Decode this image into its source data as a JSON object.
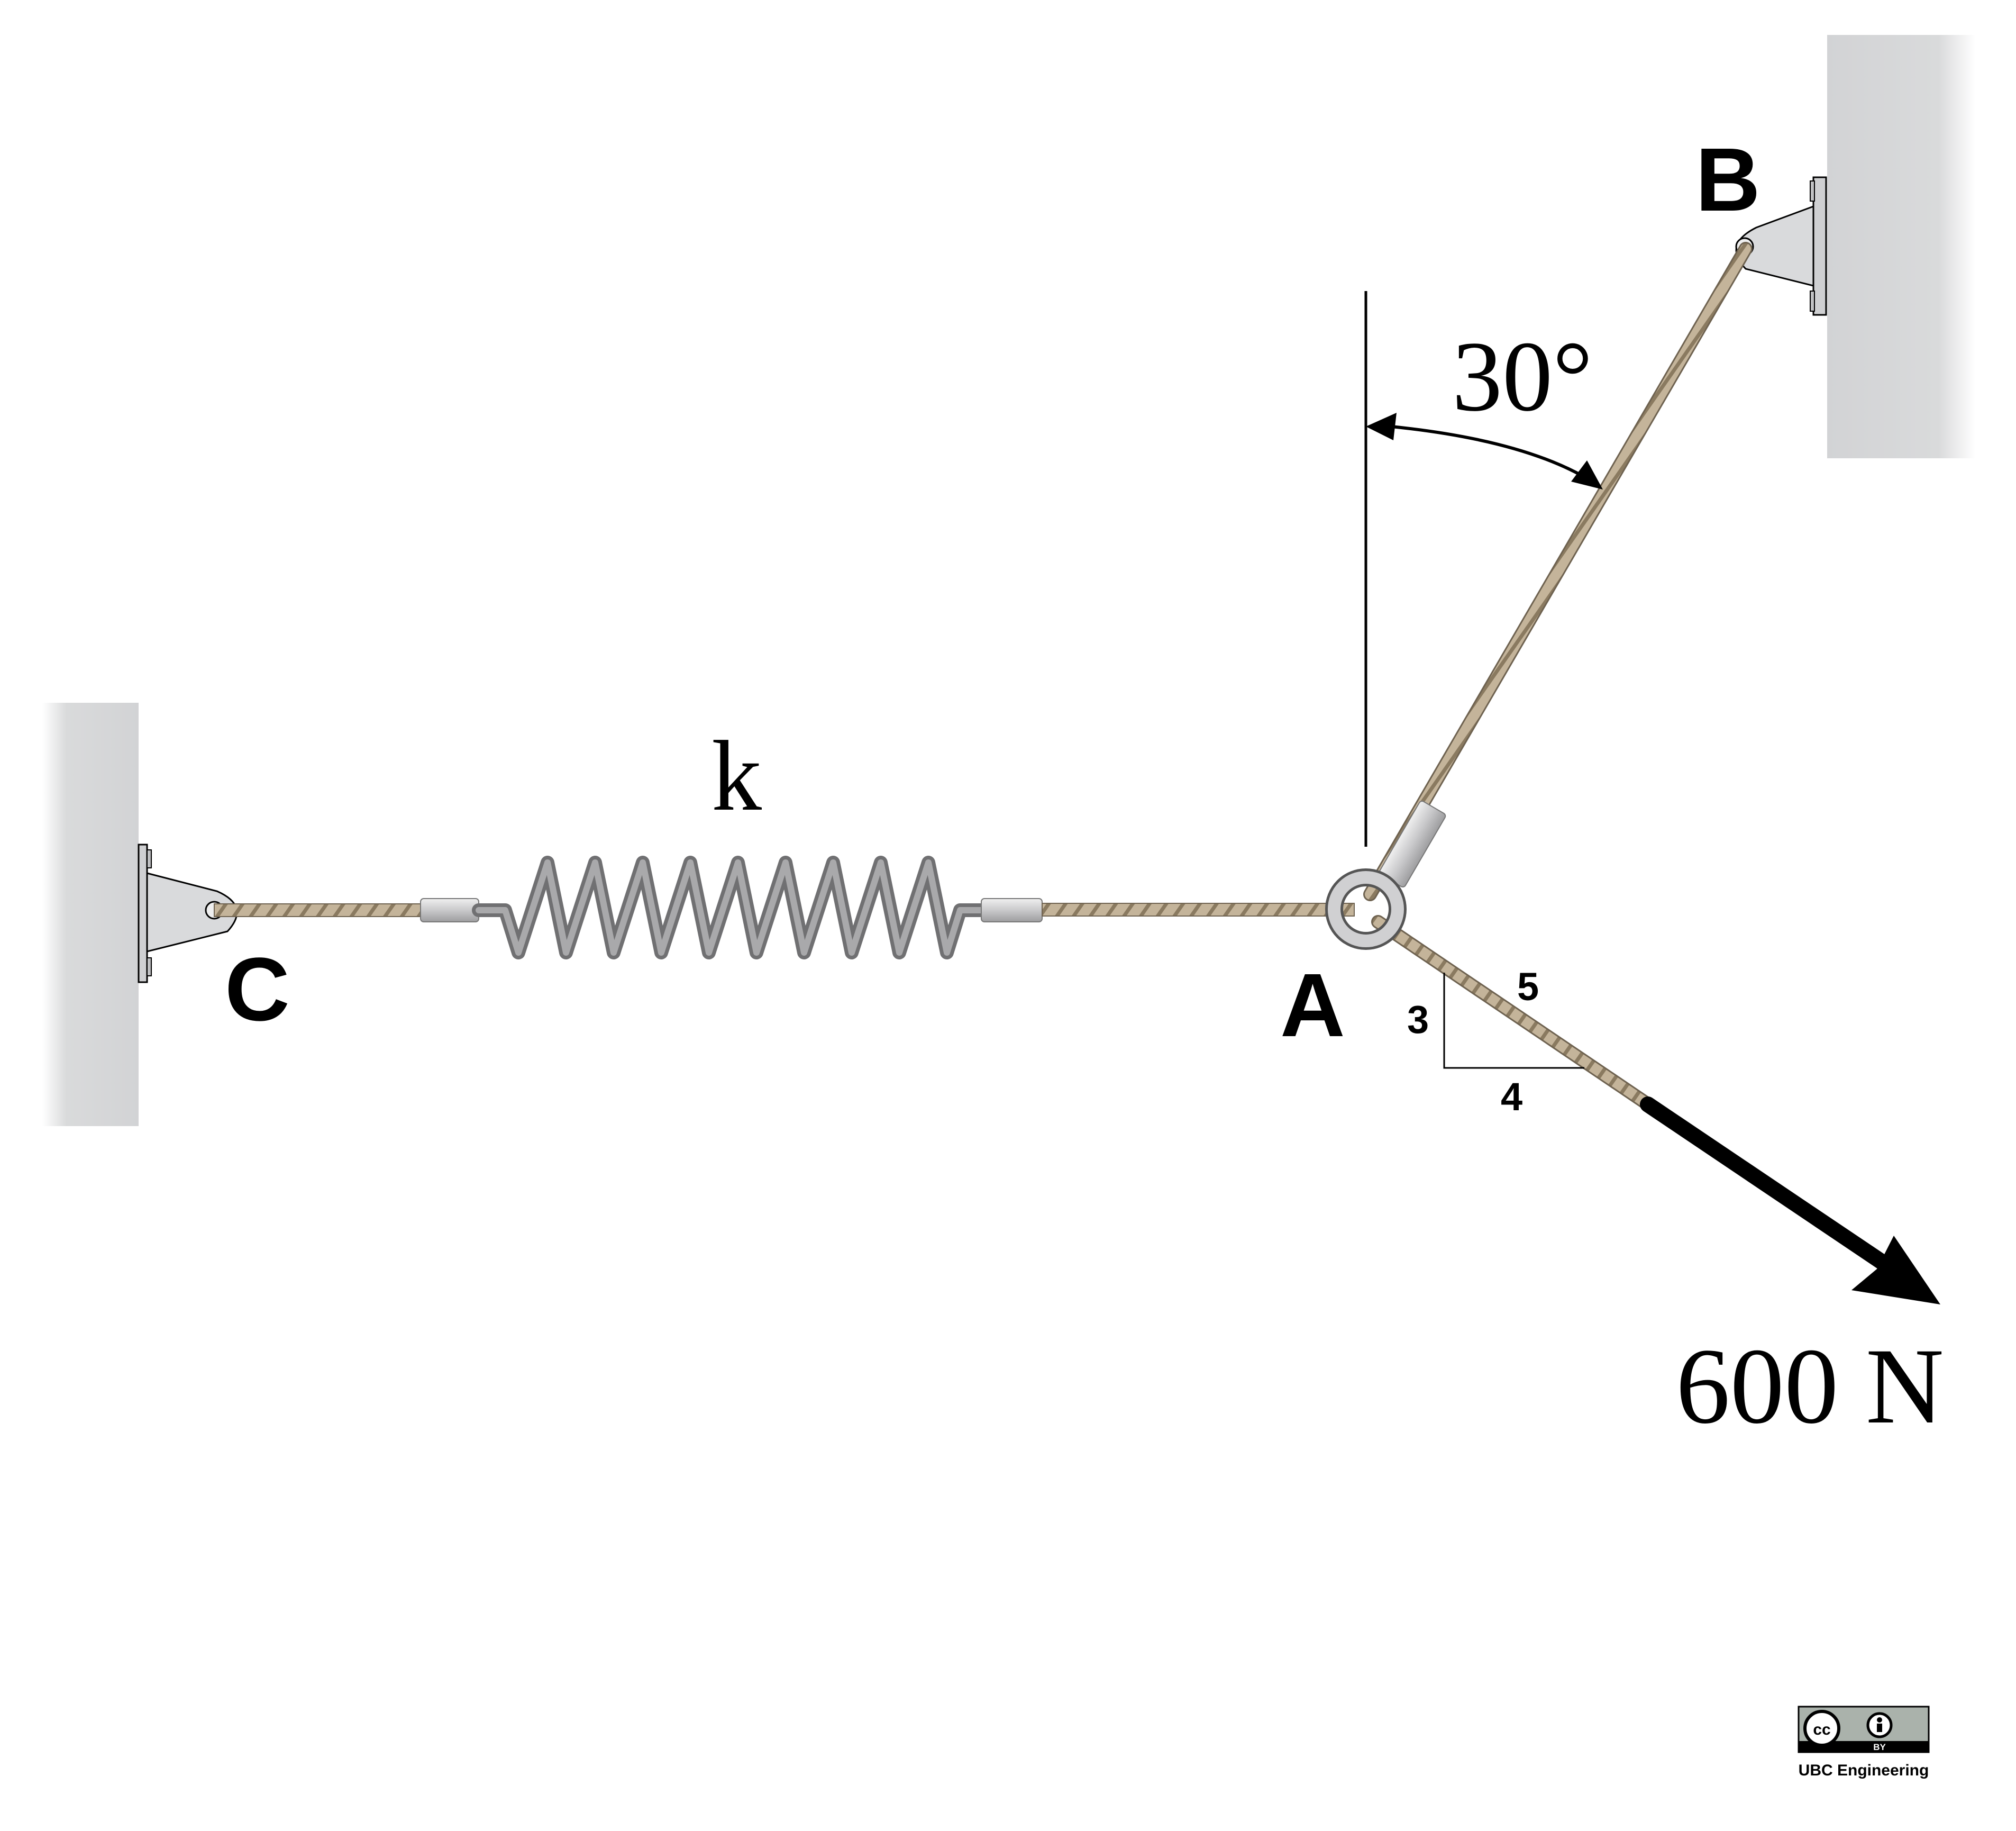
{
  "labels": {
    "point_a": "A",
    "point_b": "B",
    "point_c": "C",
    "spring": "k",
    "angle": "30°",
    "force": "600 N",
    "slope_rise": "3",
    "slope_run": "4",
    "slope_hyp": "5"
  },
  "license": {
    "cc": "cc",
    "by": "BY",
    "credit": "UBC Engineering"
  },
  "colors": {
    "wall": "#d2d3d5",
    "cable": "#c4b49a",
    "cable_dark": "#8a7a60",
    "spring": "#8c8c8e",
    "bracket": "#d9dadc",
    "ink": "#000000"
  }
}
